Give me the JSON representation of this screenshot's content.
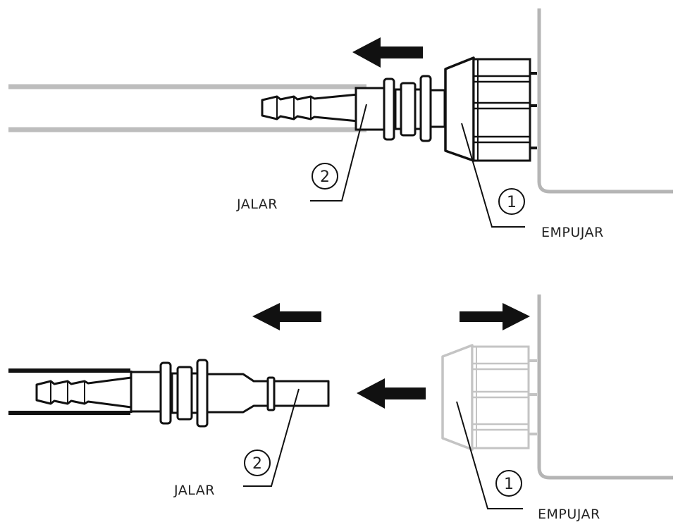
{
  "panels": {
    "top": {
      "step1_number": "1",
      "step1_label": "EMPUJAR",
      "step2_number": "2",
      "step2_label": "JALAR"
    },
    "bottom": {
      "step1_number": "1",
      "step1_label": "EMPUJAR",
      "step2_number": "2",
      "step2_label": "JALAR"
    }
  },
  "colors": {
    "ink": "#111111",
    "hose_gray": "#bdbdbd",
    "wall_gray": "#b5b5b5",
    "faded_part": "#c4c4c4"
  },
  "icons": {
    "arrow": "arrow-left-icon",
    "arrow_right": "arrow-right-icon"
  }
}
